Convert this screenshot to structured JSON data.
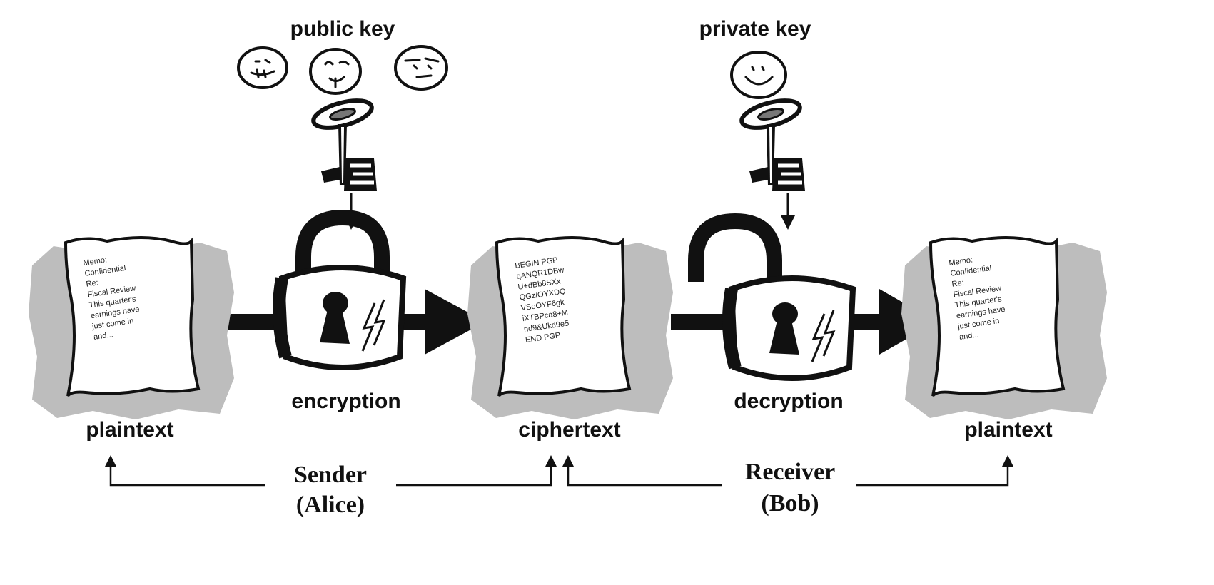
{
  "labels": {
    "public_key": "public key",
    "private_key": "private key",
    "encryption": "encryption",
    "decryption": "decryption",
    "plaintext_left": "plaintext",
    "ciphertext": "ciphertext",
    "plaintext_right": "plaintext"
  },
  "roles": {
    "sender_line1": "Sender",
    "sender_line2": "(Alice)",
    "receiver_line1": "Receiver",
    "receiver_line2": "(Bob)"
  },
  "documents": {
    "plain_left": [
      "Memo:",
      "Confidential",
      "",
      "Re:",
      "Fiscal Review",
      "",
      "This quarter's",
      "earnings have",
      "just come in",
      "and..."
    ],
    "cipher": [
      "BEGIN PGP",
      "",
      "qANQR1DBw",
      "U+dBb8SXx",
      "QGz/OYXDQ",
      "VSoOYF6gk",
      "iXTBPca8+M",
      "nd9&Ukd9e5",
      "",
      "END PGP"
    ],
    "plain_right": [
      "Memo:",
      "Confidential",
      "",
      "Re:",
      "Fiscal Review",
      "",
      "This quarter's",
      "earnings have",
      "just come in",
      "and..."
    ]
  },
  "icons": {
    "public_faces": [
      "face-icon",
      "face-icon",
      "face-icon"
    ],
    "private_face": "smiley-face-icon",
    "key": "key-icon",
    "lock_closed": "padlock-closed-icon",
    "lock_open": "padlock-open-icon"
  }
}
